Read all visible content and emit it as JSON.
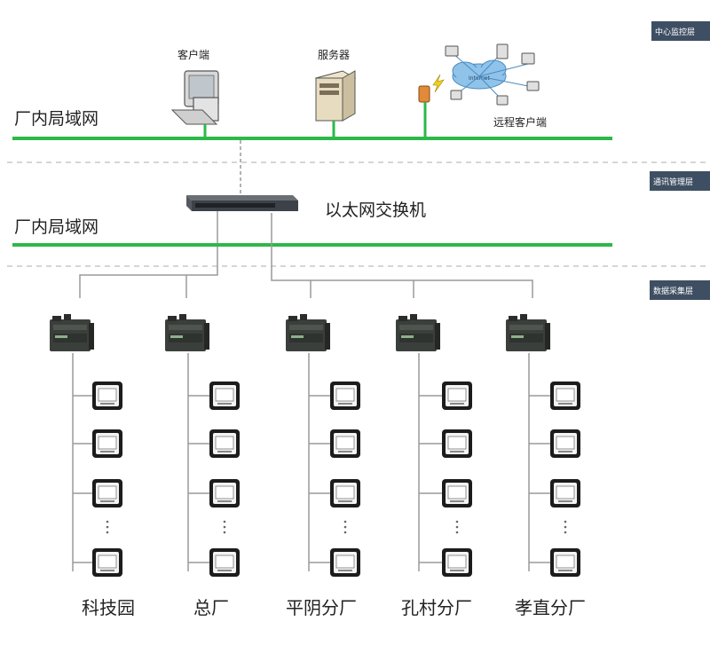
{
  "layers": {
    "center": "中心监控层",
    "comm": "通讯管理层",
    "data": "数据采集层"
  },
  "lan_top": "厂内局域网",
  "lan_mid": "厂内局域网",
  "devices": {
    "client": "客户端",
    "server": "服务器",
    "remote": "远程客户端",
    "cloud": "Internet"
  },
  "switch_label": "以太网交换机",
  "sites": [
    {
      "name": "科技园"
    },
    {
      "name": "总厂"
    },
    {
      "name": "平阴分厂"
    },
    {
      "name": "孔村分厂"
    },
    {
      "name": "孝直分厂"
    }
  ],
  "colors": {
    "bus": "#2db84a",
    "line": "#9a9a9a",
    "dashed": "#c8c8c8"
  }
}
